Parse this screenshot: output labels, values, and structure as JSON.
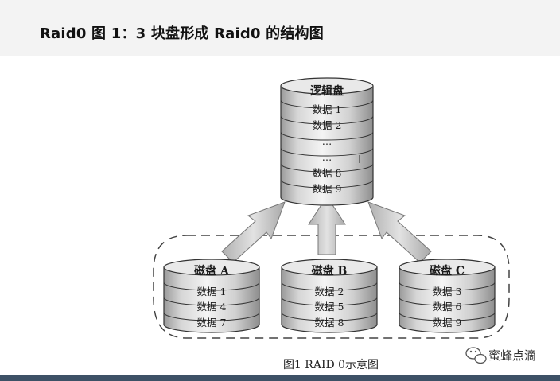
{
  "header": {
    "title": "Raid0 图 1：3 块盘形成 Raid0 的结构图"
  },
  "diagram": {
    "logical_disk": {
      "label": "逻辑盘",
      "rows": [
        "数据 1",
        "数据 2",
        "…",
        "…",
        "数据 8",
        "数据 9"
      ]
    },
    "physical_disks": [
      {
        "label": "磁盘 A",
        "rows": [
          "数据 1",
          "数据 4",
          "数据 7"
        ]
      },
      {
        "label": "磁盘 B",
        "rows": [
          "数据 2",
          "数据 5",
          "数据 8"
        ]
      },
      {
        "label": "磁盘 C",
        "rows": [
          "数据 3",
          "数据 6",
          "数据 9"
        ]
      }
    ],
    "caption": "图1 RAID 0示意图"
  },
  "watermark": {
    "text": "蜜蜂点滴",
    "icon": "wechat-icon"
  }
}
